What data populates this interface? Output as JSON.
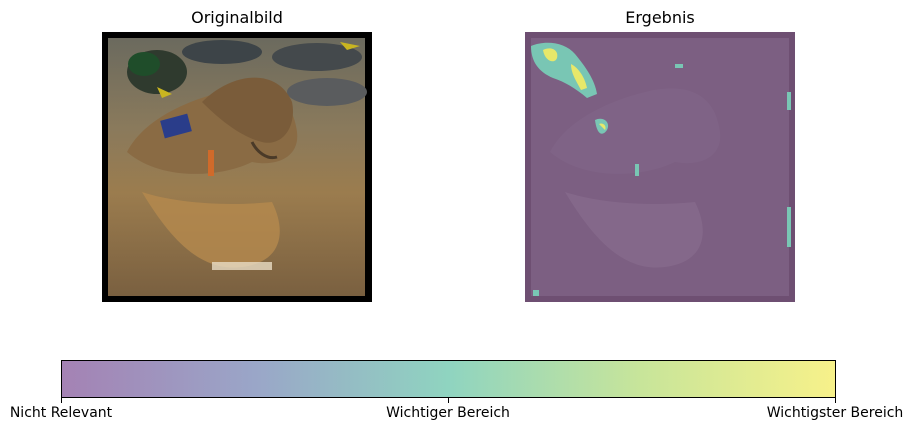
{
  "panels": {
    "left_title": "Originalbild",
    "right_title": "Ergebnis"
  },
  "colorbar": {
    "colors": [
      "#a482b4",
      "#9aa6c8",
      "#8fd4c0",
      "#c8e59a",
      "#f7f18a"
    ],
    "labels": [
      "Nicht Relevant",
      "Wichtiger Bereich",
      "Wichtigster Bereich"
    ]
  }
}
